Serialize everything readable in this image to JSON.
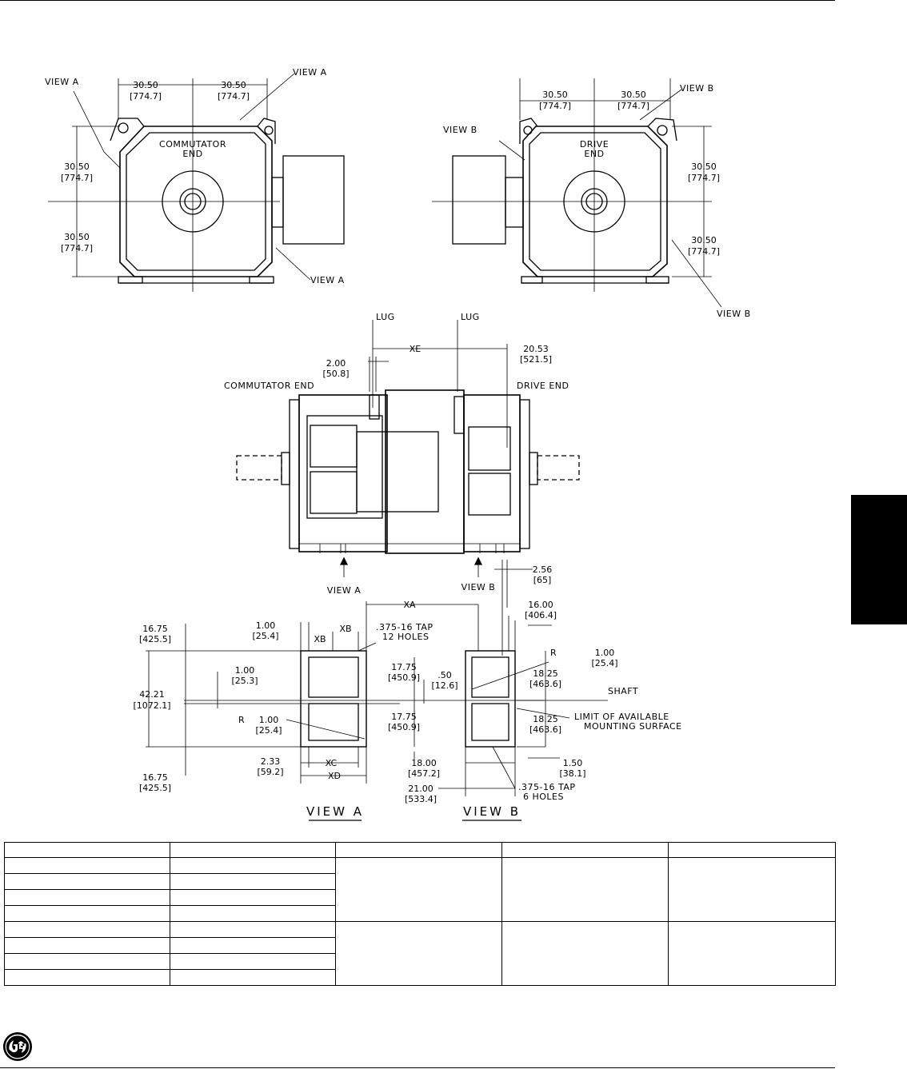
{
  "drawing": {
    "end_views": {
      "view_a_label": "VIEW A",
      "view_b_label": "VIEW B",
      "commutator_label": [
        "COMMUTATOR",
        "END"
      ],
      "drive_label": [
        "DRIVE",
        "END"
      ],
      "dim_value": "30.50",
      "dim_metric": "[774.7]"
    },
    "side_view": {
      "lug_label": "LUG",
      "xe": "XE",
      "dim_200": "2.00",
      "dim_200_m": "[50.8]",
      "dim_2053": "20.53",
      "dim_2053_m": "[521.5]",
      "commutator_end": "COMMUTATOR END",
      "drive_end": "DRIVE END",
      "dim_256": "2.56",
      "dim_256_m": "[65]",
      "view_a_arrow": "VIEW A",
      "view_b_arrow": "VIEW B",
      "xa": "XA",
      "dim_1600": "16.00",
      "dim_1600_m": "[406.4]"
    },
    "plan_view": {
      "dim_1675": "16.75",
      "dim_1675_m": "[425.5]",
      "dim_100": "1.00",
      "dim_100_m": "[25.4]",
      "dim_100_m2": "[25.3]",
      "xb": "XB",
      "tap12": [
        ".375-16 TAP",
        "12 HOLES"
      ],
      "dim_4221": "42.21",
      "dim_4221_m": "[1072.1]",
      "dim_1775": "17.75",
      "dim_1775_m": "[450.9]",
      "dim_050": ".50",
      "dim_050_m": "[12.6]",
      "r_label": "R",
      "dim_1825": "18.25",
      "dim_1825_m": "[463.6]",
      "shaft": "SHAFT",
      "limit": [
        "LIMIT OF AVAILABLE",
        "MOUNTING SURFACE"
      ],
      "dim_233": "2.33",
      "dim_233_m": "[59.2]",
      "xc": "XC",
      "xd": "XD",
      "dim_1800": "18.00",
      "dim_1800_m": "[457.2]",
      "dim_2100": "21.00",
      "dim_2100_m": "[533.4]",
      "dim_150": "1.50",
      "dim_150_m": "[38.1]",
      "tap6": [
        ".375-16 TAP",
        "6 HOLES"
      ],
      "title_a": "VIEW A",
      "title_b": "VIEW B"
    }
  },
  "table": {
    "columns": 5,
    "rows": 9
  }
}
